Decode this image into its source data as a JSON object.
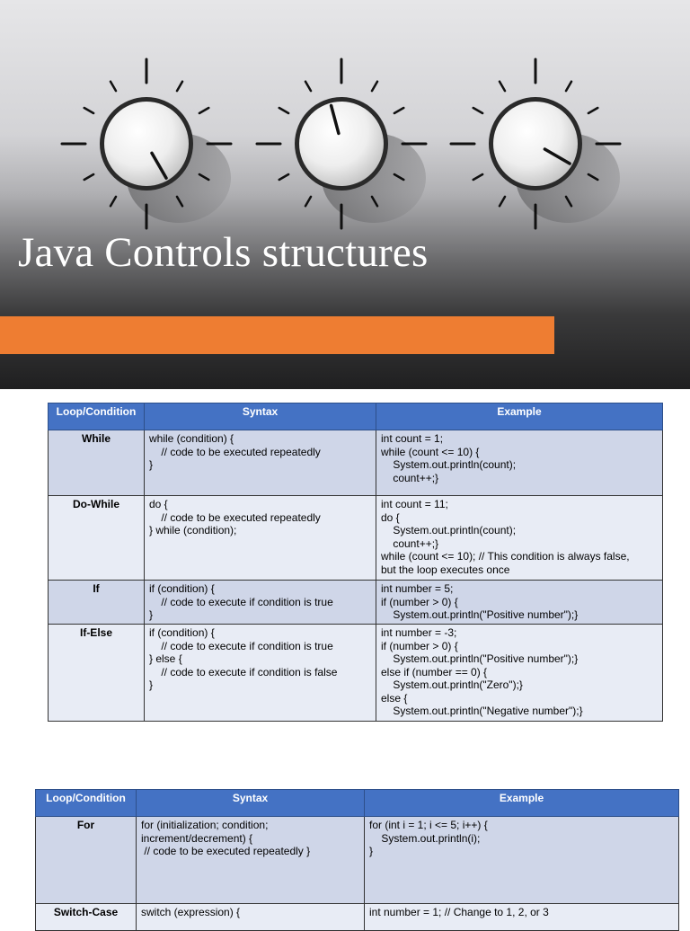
{
  "hero": {
    "title": "Java Controls structures",
    "accent_color": "#ee7d32"
  },
  "table1": {
    "headers": [
      "Loop/Condition",
      "Syntax",
      "Example"
    ],
    "rows": [
      {
        "name": "While",
        "syntax": "while (condition) {\n    // code to be executed repeatedly\n}",
        "example": "int count = 1;\nwhile (count <= 10) {\n    System.out.println(count);\n    count++;}"
      },
      {
        "name": "Do-While",
        "syntax": "do {\n    // code to be executed repeatedly\n} while (condition);",
        "example": "int count = 11;\ndo {\n    System.out.println(count);\n    count++;}\nwhile (count <= 10); // This condition is always false,\nbut the loop executes once"
      },
      {
        "name": "If",
        "syntax": "if (condition) {\n    // code to execute if condition is true\n}",
        "example": "int number = 5;\nif (number > 0) {\n    System.out.println(\"Positive number\");}"
      },
      {
        "name": "If-Else",
        "syntax": "if (condition) {\n    // code to execute if condition is true\n} else {\n    // code to execute if condition is false\n}",
        "example": "int number = -3;\nif (number > 0) {\n    System.out.println(\"Positive number\");}\nelse if (number == 0) {\n    System.out.println(\"Zero\");}\nelse {\n    System.out.println(\"Negative number\");}"
      }
    ]
  },
  "table2": {
    "headers": [
      "Loop/Condition",
      "Syntax",
      "Example"
    ],
    "rows": [
      {
        "name": "For",
        "syntax": "for (initialization; condition;\nincrement/decrement) {\n // code to be executed repeatedly }",
        "example": "for (int i = 1; i <= 5; i++) {\n    System.out.println(i);\n}"
      },
      {
        "name": "Switch-Case",
        "syntax": "switch (expression) {",
        "example": "int number = 1; // Change to 1, 2, or 3"
      }
    ]
  }
}
